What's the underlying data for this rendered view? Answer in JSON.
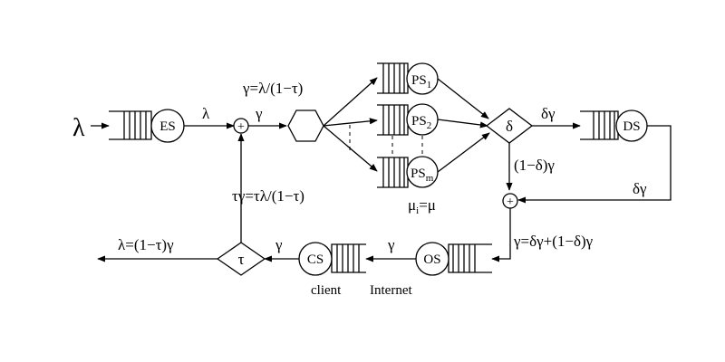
{
  "symbols": {
    "lambda_in": "λ",
    "lambda_es": "λ",
    "gamma_out_plus": "γ",
    "gamma_eq": "γ=λ/(1−τ)",
    "delta_gamma_top": "δγ",
    "delta_gamma_right": "δγ",
    "one_minus_delta_gamma": "(1−δ)γ",
    "feedback": "τγ=τλ/(1−τ)",
    "mu": "μ",
    "mu_sub": "i",
    "mu_rest": "=μ",
    "gamma_sum": "γ=δγ+(1−δ)γ",
    "gamma_os_cs": "γ",
    "gamma_cs_tau": "γ",
    "lambda_out": "λ=(1−τ)γ"
  },
  "nodes": {
    "es": "ES",
    "ps": "PS",
    "ps1_sub": "1",
    "ps2_sub": "2",
    "psm_sub": "m",
    "ds": "DS",
    "os": "OS",
    "cs": "CS",
    "delta": "δ",
    "tau": "τ",
    "plus": "+"
  },
  "captions": {
    "client": "client",
    "internet": "Internet"
  }
}
